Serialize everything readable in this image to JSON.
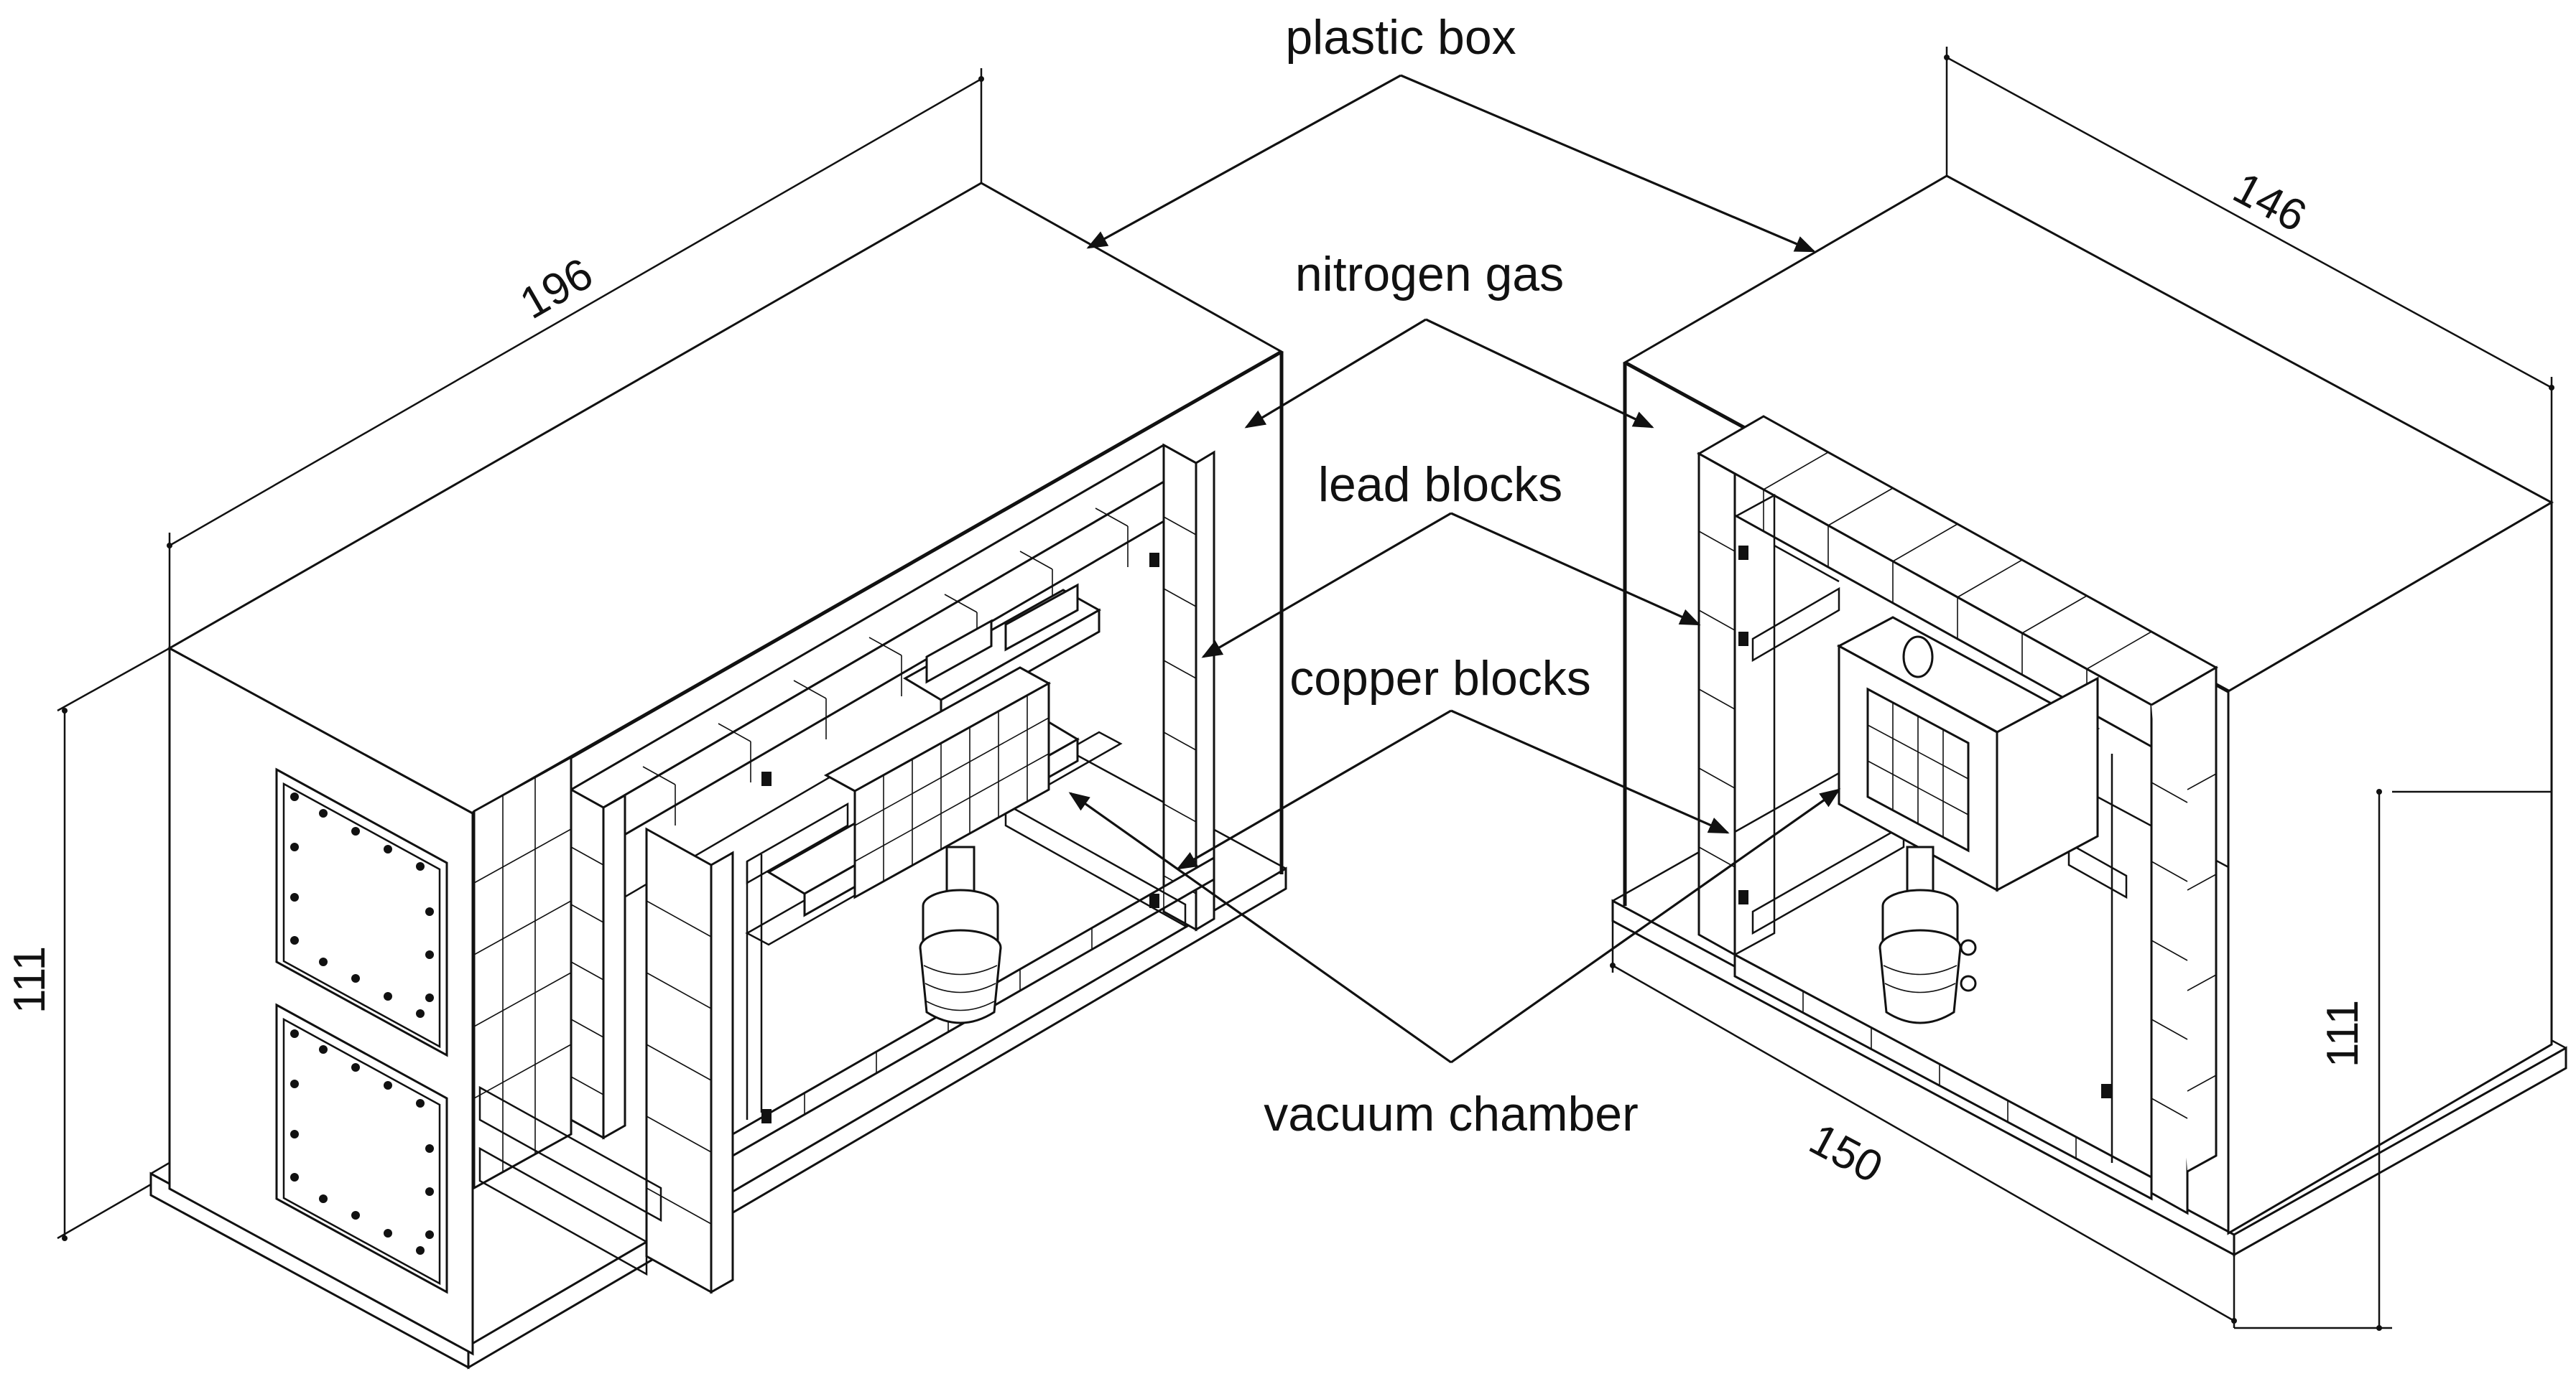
{
  "labels": {
    "plastic_box": "plastic box",
    "nitrogen_gas": "nitrogen gas",
    "lead_blocks": "lead blocks",
    "copper_blocks": "copper blocks",
    "vacuum_chamber": "vacuum chamber"
  },
  "dimensions": {
    "left_length": "196",
    "left_height": "111",
    "right_depth": "146",
    "right_width": "150",
    "right_height": "111"
  }
}
